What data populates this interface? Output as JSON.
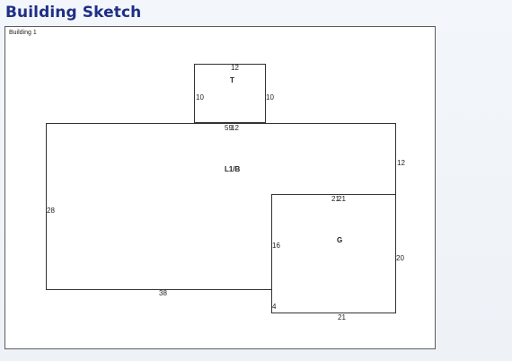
{
  "page": {
    "title": "Building Sketch"
  },
  "sketch": {
    "building_label": "Building 1"
  },
  "areas": [
    {
      "label": "T",
      "dims": [
        "12",
        "10",
        "10"
      ]
    },
    {
      "label": "L1/B",
      "dims": [
        "59",
        "12",
        "12",
        "28",
        "38"
      ]
    },
    {
      "label": "G",
      "dims": [
        "21",
        "21",
        "16",
        "20",
        "4",
        "21"
      ]
    }
  ]
}
